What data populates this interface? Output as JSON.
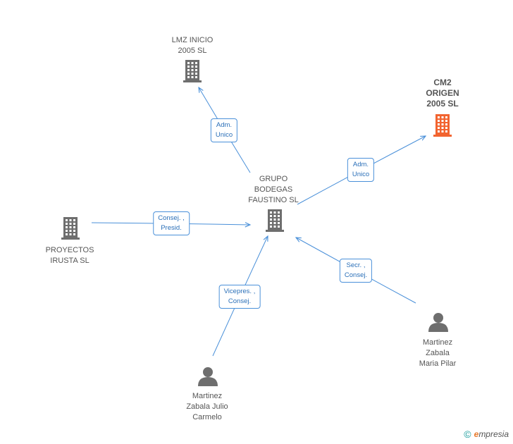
{
  "colors": {
    "edge": "#4a90d9",
    "company_icon": "#6e6e6e",
    "highlight_icon": "#f26430",
    "person_icon": "#6e6e6e"
  },
  "nodes": [
    {
      "id": "lmz",
      "type": "company",
      "lines": [
        "LMZ INICIO",
        "2005 SL"
      ],
      "label_pos": "above",
      "highlight": false
    },
    {
      "id": "cm2",
      "type": "company",
      "lines": [
        "CM2",
        "ORIGEN",
        "2005 SL"
      ],
      "label_pos": "above",
      "highlight": true
    },
    {
      "id": "grupo",
      "type": "company",
      "lines": [
        "GRUPO",
        "BODEGAS",
        "FAUSTINO SL"
      ],
      "label_pos": "above",
      "highlight": false
    },
    {
      "id": "proyectos",
      "type": "company",
      "lines": [
        "PROYECTOS",
        "IRUSTA  SL"
      ],
      "label_pos": "below",
      "highlight": false
    },
    {
      "id": "pilar",
      "type": "person",
      "lines": [
        "Martinez",
        "Zabala",
        "Maria Pilar"
      ],
      "label_pos": "below",
      "highlight": false
    },
    {
      "id": "julio",
      "type": "person",
      "lines": [
        "Martinez",
        "Zabala Julio",
        "Carmelo"
      ],
      "label_pos": "below",
      "highlight": false
    }
  ],
  "edges": [
    {
      "id": "e-grupo-lmz",
      "from": "grupo",
      "to": "lmz",
      "lines": [
        "Adm.",
        "Unico"
      ]
    },
    {
      "id": "e-grupo-cm2",
      "from": "grupo",
      "to": "cm2",
      "lines": [
        "Adm.",
        "Unico"
      ]
    },
    {
      "id": "e-proyectos-grupo",
      "from": "proyectos",
      "to": "grupo",
      "lines": [
        "Consej. ,",
        "Presid."
      ]
    },
    {
      "id": "e-pilar-grupo",
      "from": "pilar",
      "to": "grupo",
      "lines": [
        "Secr. ,",
        "Consej."
      ]
    },
    {
      "id": "e-julio-grupo",
      "from": "julio",
      "to": "grupo",
      "lines": [
        "Vicepres. ,",
        "Consej."
      ]
    }
  ],
  "footer": {
    "copyright": "©",
    "brand_initial": "e",
    "brand_rest": "mpresia"
  }
}
